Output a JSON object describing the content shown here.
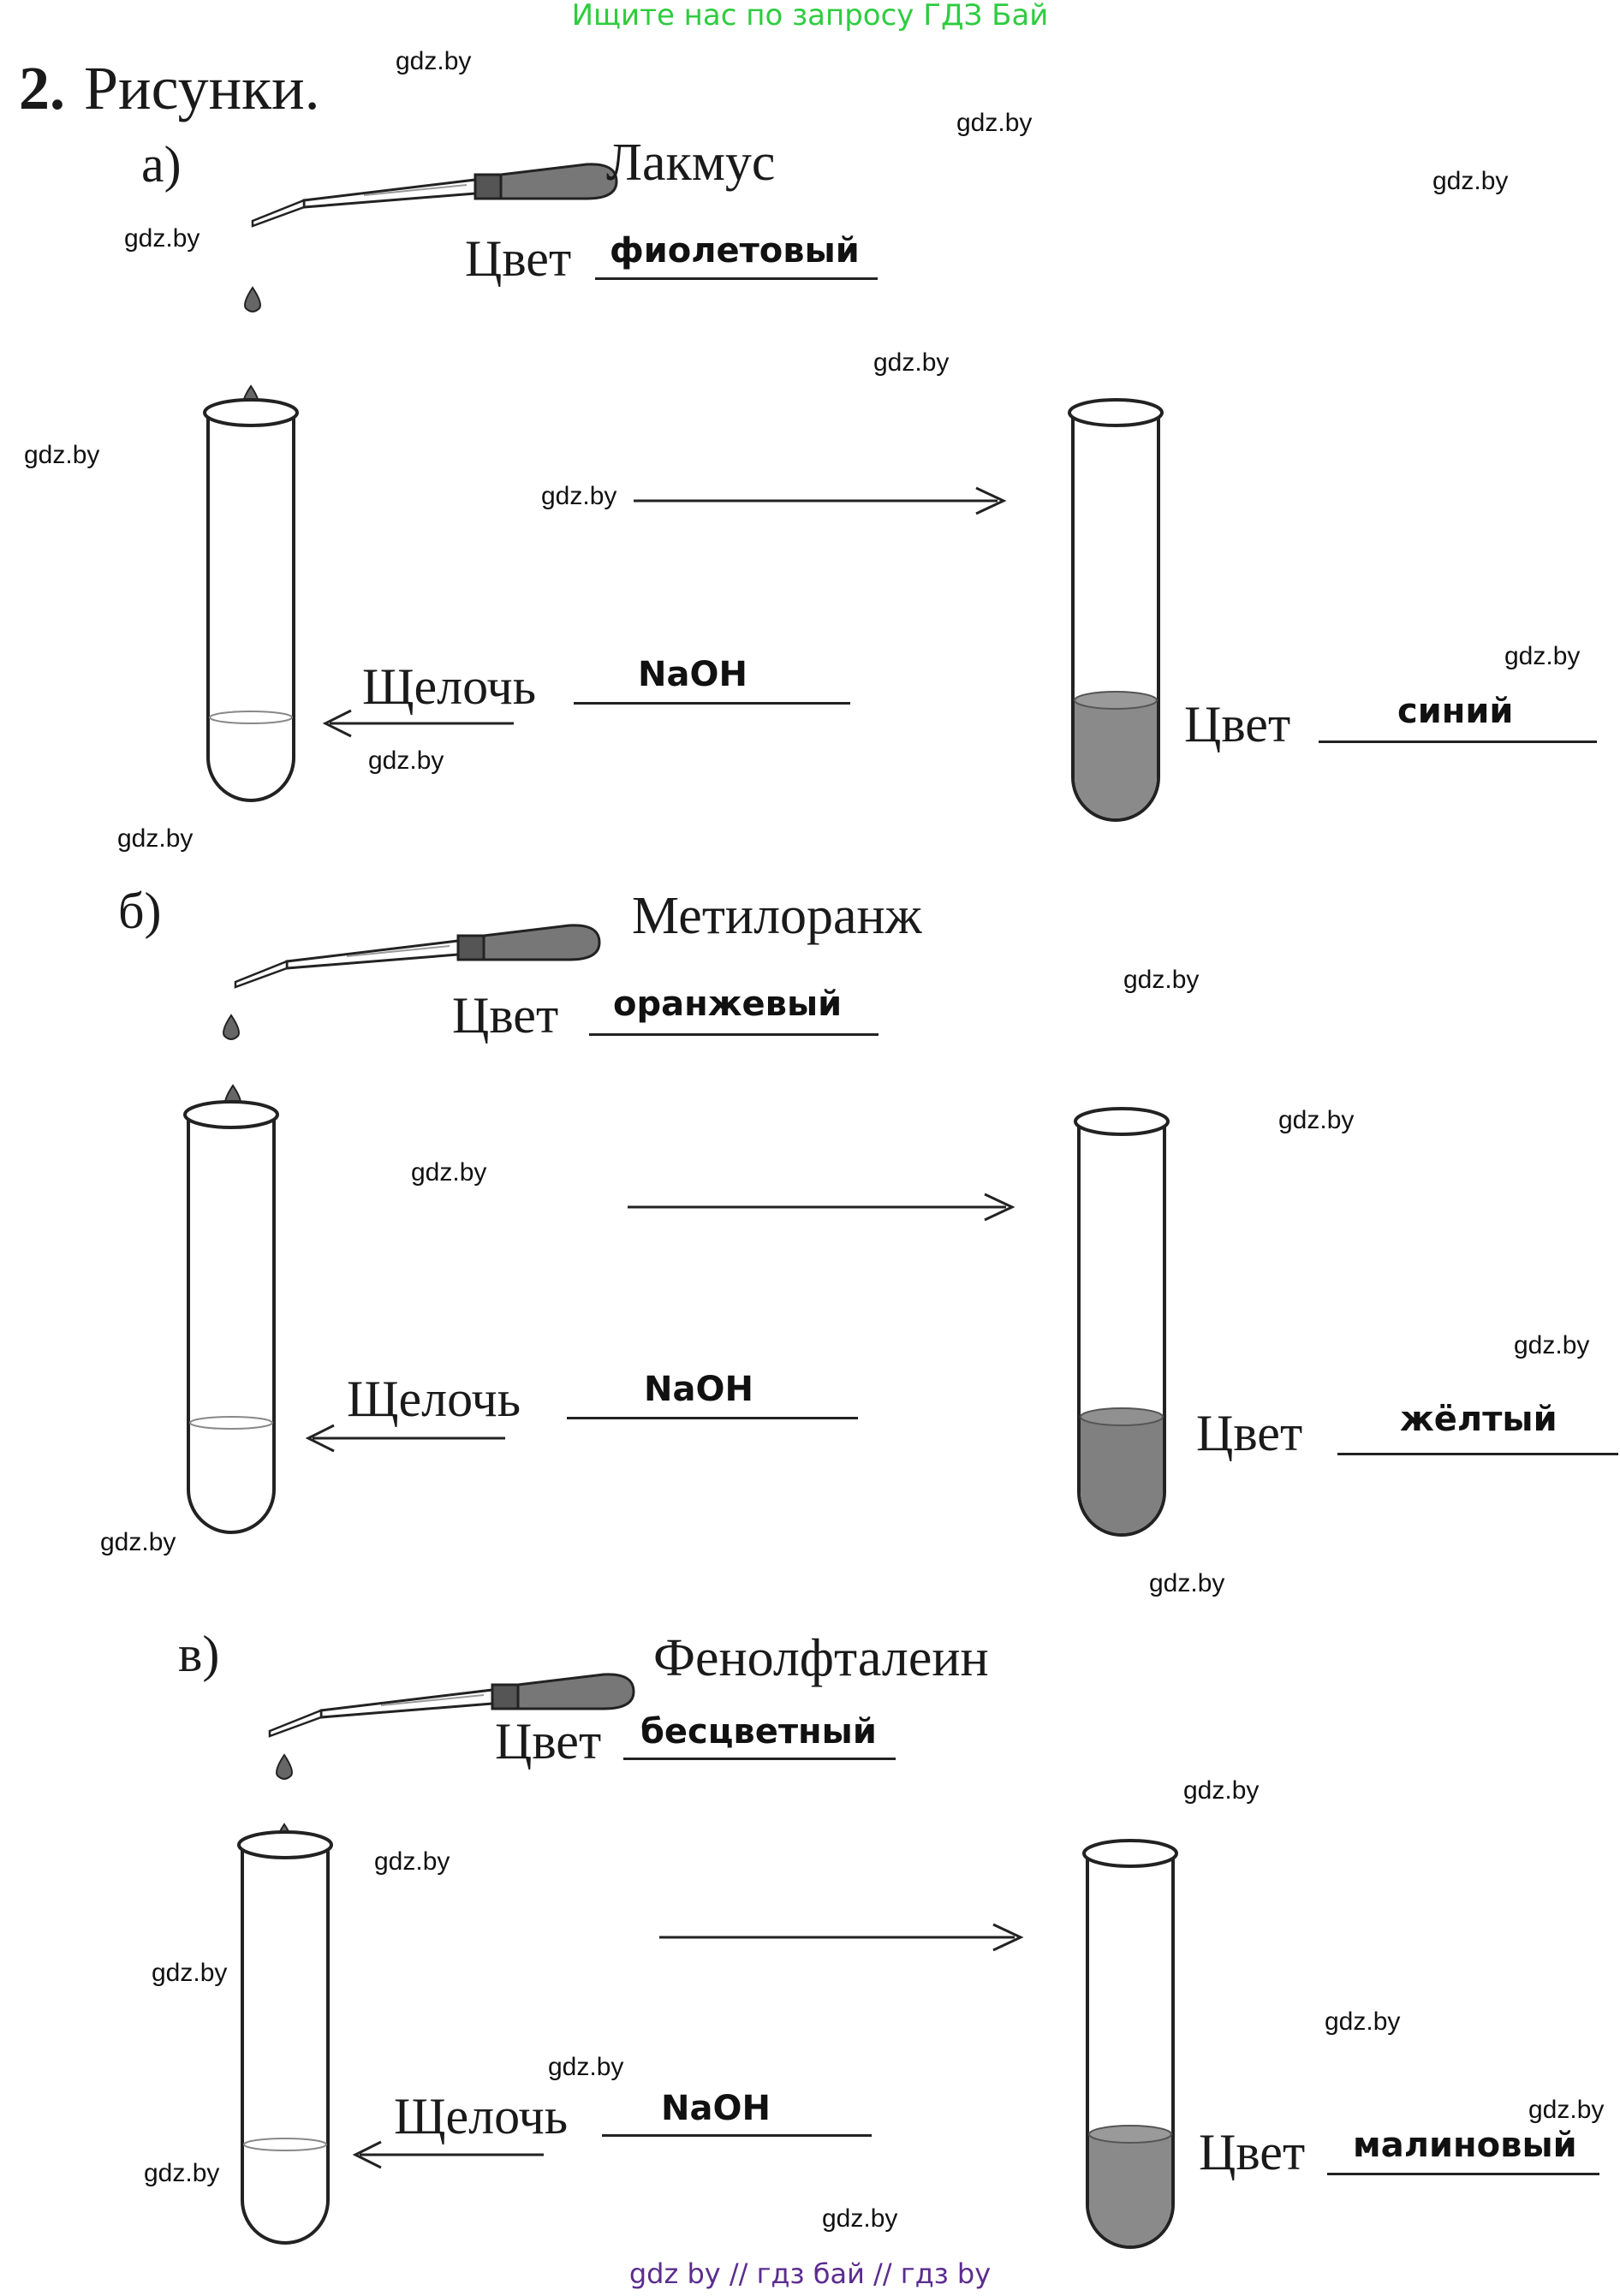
{
  "header": {
    "promo": "Ищите нас по запросу ГДЗ Бай"
  },
  "task": {
    "number": "2.",
    "title": "Рисунки."
  },
  "sections": [
    {
      "letter": "а)",
      "indicator": "Лакмус",
      "color_label": "Цвет",
      "indicator_color": "фиолетовый",
      "alkali_label": "Щелочь",
      "alkali_value": "NaOH",
      "result_label": "Цвет",
      "result_color": "синий"
    },
    {
      "letter": "б)",
      "indicator": "Метилоранж",
      "color_label": "Цвет",
      "indicator_color": "оранжевый",
      "alkali_label": "Щелочь",
      "alkali_value": "NaOH",
      "result_label": "Цвет",
      "result_color": "жёлтый"
    },
    {
      "letter": "в)",
      "indicator": "Фенолфталеин",
      "color_label": "Цвет",
      "indicator_color": "бесцветный",
      "alkali_label": "Щелочь",
      "alkali_value": "NaOH",
      "result_label": "Цвет",
      "result_color": "малиновый"
    }
  ],
  "watermark": "gdz.by",
  "footer": {
    "links": "gdz by  //  гдз бай  //  гдз by"
  },
  "colors": {
    "promo_green": "#2ecc40",
    "footer_purple": "#5b2d8e",
    "liquid_gray": "#8a8a8a"
  }
}
